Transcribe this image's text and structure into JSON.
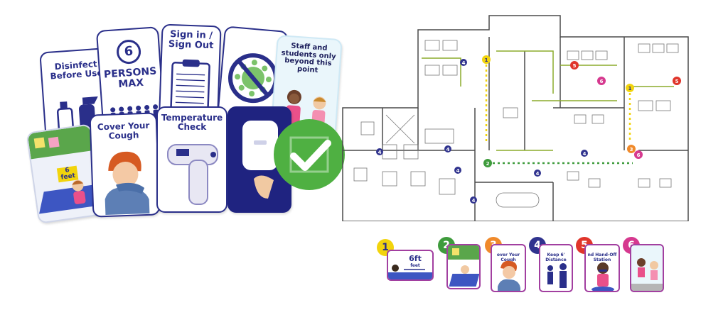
{
  "colors": {
    "navy": "#2a2f8a",
    "marker1": "#f2d40c",
    "marker2": "#3e9b3c",
    "marker3": "#f08a2b",
    "marker4": "#30338e",
    "marker5": "#e0352b",
    "marker6": "#d6398f",
    "tile_border": "#a23fa0",
    "check_green": "#4fb042"
  },
  "signs": {
    "disinfect": "Disinfect Before Use",
    "persons_number": "6",
    "persons_max": "PERSONS MAX",
    "sign_in": "Sign in / Sign Out",
    "staff_students": "Staff and students only beyond this point",
    "cover_cough": "Cover Your Cough",
    "temperature": "Temperature Check",
    "six_feet_a": "6",
    "six_feet_b": "feet"
  },
  "legend": [
    {
      "number": "1",
      "color": "#f2d40c",
      "icon": "six-feet-distance-icon",
      "text": "6ft feet"
    },
    {
      "number": "2",
      "color": "#3e9b3c",
      "icon": "floor-marker-icon",
      "text": ""
    },
    {
      "number": "3",
      "color": "#f08a2b",
      "icon": "cover-cough-icon",
      "text": "over Your Cough"
    },
    {
      "number": "4",
      "color": "#30338e",
      "icon": "keep-distance-icon",
      "text": "Keep 6' Distance"
    },
    {
      "number": "5",
      "color": "#e0352b",
      "icon": "hand-off-station-icon",
      "text": "nd Hand-Off Station"
    },
    {
      "number": "6",
      "color": "#d6398f",
      "icon": "staff-only-icon",
      "text": ""
    }
  ],
  "floorplan_markers": [
    "1",
    "2",
    "3",
    "4",
    "5",
    "6"
  ]
}
